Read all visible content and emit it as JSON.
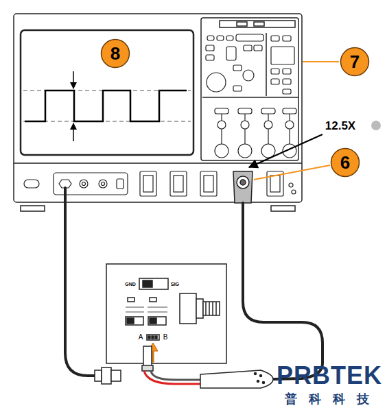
{
  "diagram": {
    "nodes": [
      {
        "text": [
          "8"
        ]
      },
      {
        "text": [
          "7"
        ]
      },
      {
        "text": [
          "6"
        ]
      }
    ],
    "labels": [
      "12.5X",
      "GND",
      "SIG",
      "A",
      "B",
      "PRBTEK",
      "普 科 科 技"
    ]
  }
}
